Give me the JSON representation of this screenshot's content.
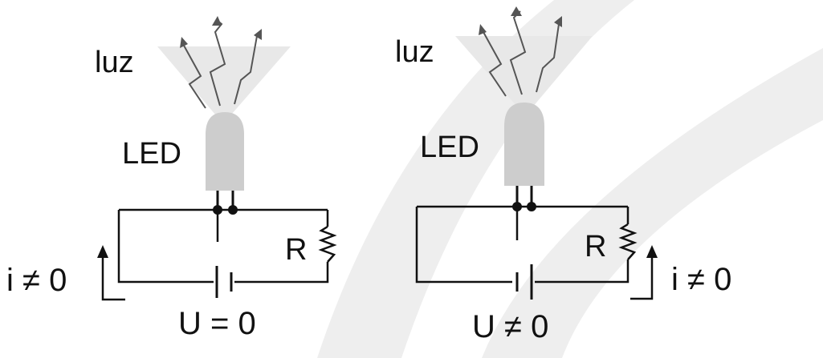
{
  "colors": {
    "line": "#111111",
    "led_body": "#cdcdcd",
    "light_cone": "#e6e6e6",
    "arrow": "#555555",
    "watermark": "#eeeeee"
  },
  "left_circuit": {
    "light_label": "luz",
    "led_label": "LED",
    "resistor_label": "R",
    "current_label": "i ≠ 0",
    "voltage_label": "U = 0"
  },
  "right_circuit": {
    "light_label": "luz",
    "led_label": "LED",
    "resistor_label": "R",
    "current_label": "i ≠ 0",
    "voltage_label": "U ≠ 0"
  }
}
